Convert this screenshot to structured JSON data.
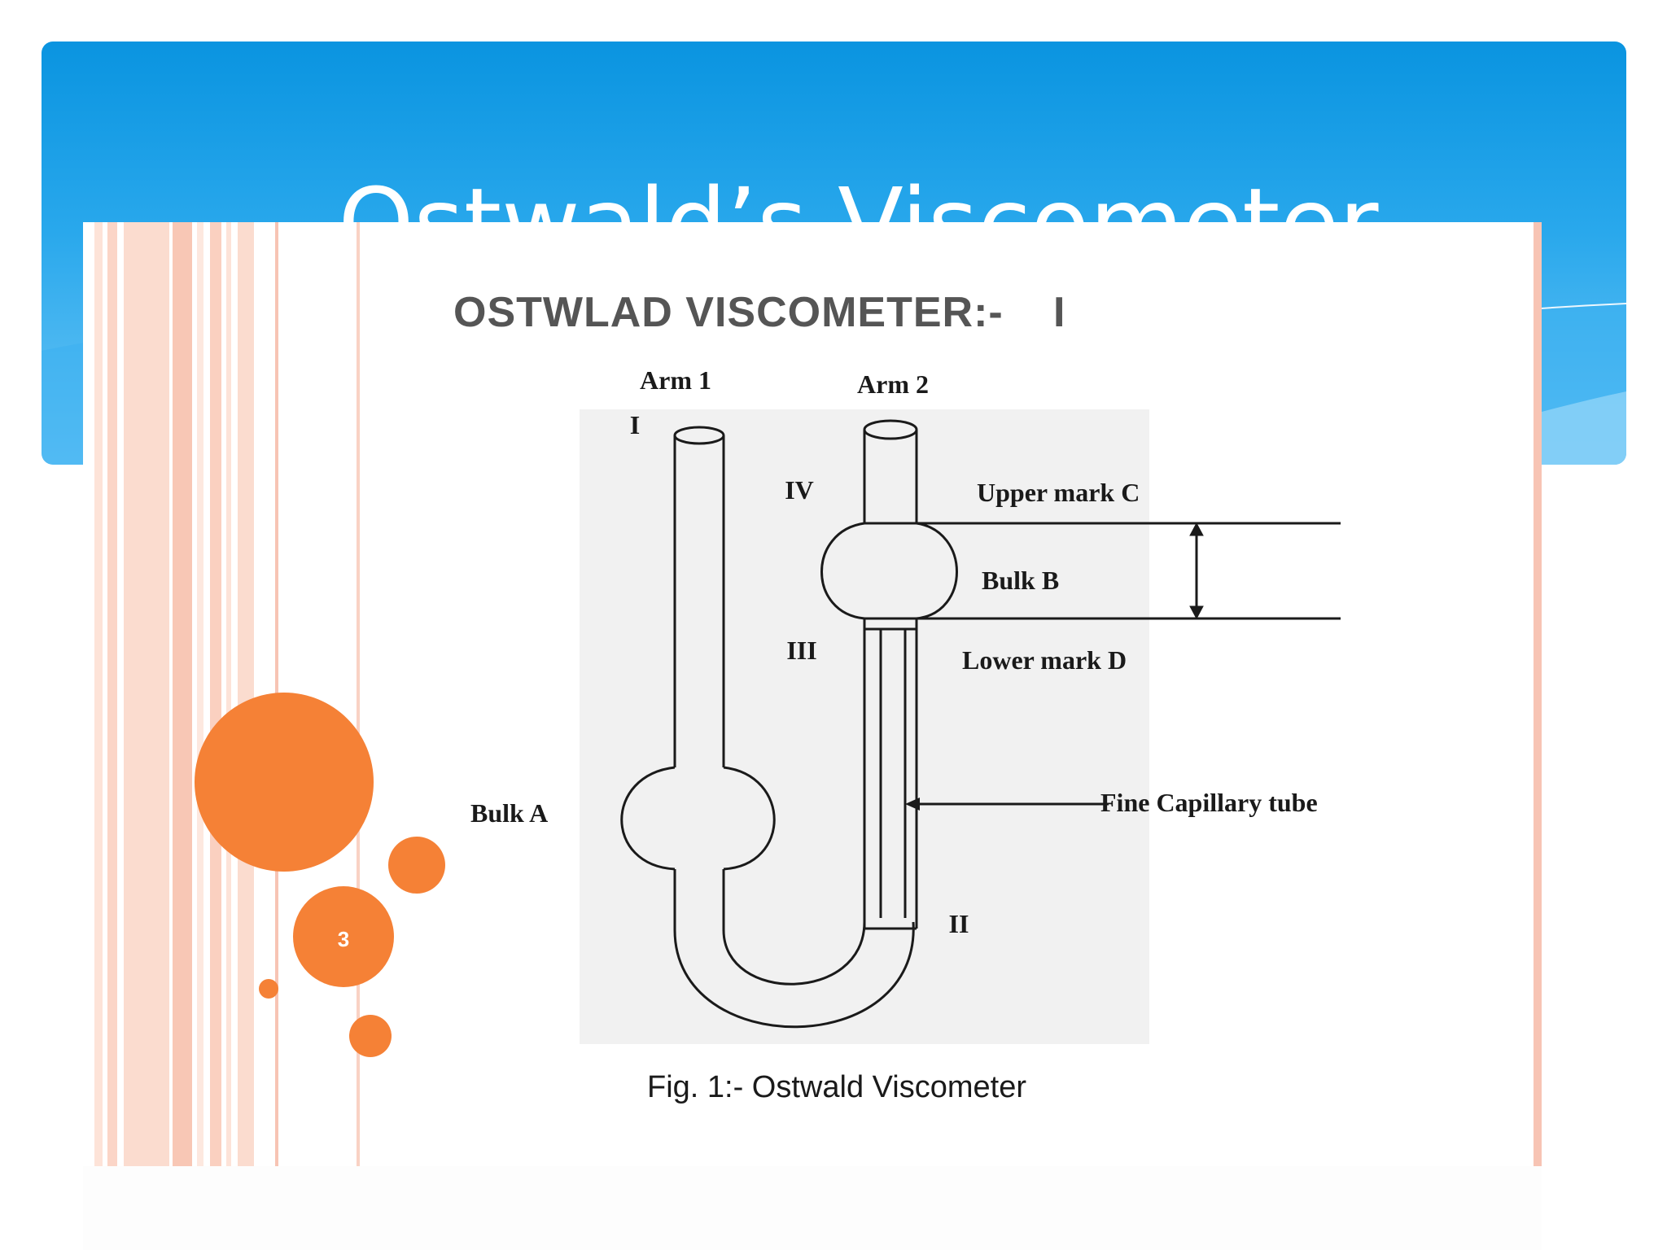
{
  "slide": {
    "title": "Ostwald’s Viscometer",
    "page_number": "3"
  },
  "figure": {
    "heading": "OSTWLAD VISCOMETER:-",
    "heading_numeral": "I",
    "caption": "Fig. 1:- Ostwald Viscometer",
    "labels": {
      "arm1": "Arm 1",
      "arm2": "Arm 2",
      "point_i": "I",
      "point_ii": "II",
      "point_iii": "III",
      "point_iv": "IV",
      "upper_mark": "Upper mark C",
      "lower_mark": "Lower mark D",
      "bulk_a": "Bulk A",
      "bulk_b": "Bulk B",
      "capillary": "Fine Capillary tube"
    }
  },
  "colors": {
    "header_top": "#0a94e0",
    "header_bottom": "#6cc6f6",
    "accent_orange": "#f58136",
    "stripe_pink": "#f7c4b4",
    "diagram_ink": "#1a1a1a"
  }
}
